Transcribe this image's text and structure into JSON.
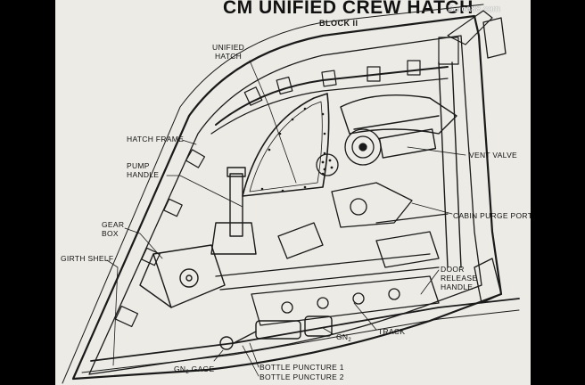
{
  "title": "CM UNIFIED CREW HATCH",
  "subtitle": "BLOCK II",
  "watermark": "Borca88.com",
  "labels": {
    "unified_hatch_1": "UNIFIED",
    "unified_hatch_2": "HATCH",
    "hatch_frame": "HATCH FRAME",
    "pump_handle_1": "PUMP",
    "pump_handle_2": "HANDLE",
    "gear_box_1": "GEAR",
    "gear_box_2": "BOX",
    "girth_shelf": "GIRTH SHELF",
    "vent_valve": "VENT VALVE",
    "cabin_purge_port": "CABIN PURGE PORT",
    "door_release_1": "DOOR",
    "door_release_2": "RELEASE",
    "door_release_3": "HANDLE",
    "track": "TRACK",
    "gn2_main": "GN",
    "gn2_sub": "2",
    "gn2_gage_main": "GN",
    "gn2_gage_sub": "2",
    "gn2_gage_suffix": " GAGE",
    "bottle_puncture_1": "BOTTLE PUNCTURE 1",
    "bottle_puncture_2": "BOTTLE PUNCTURE 2"
  }
}
